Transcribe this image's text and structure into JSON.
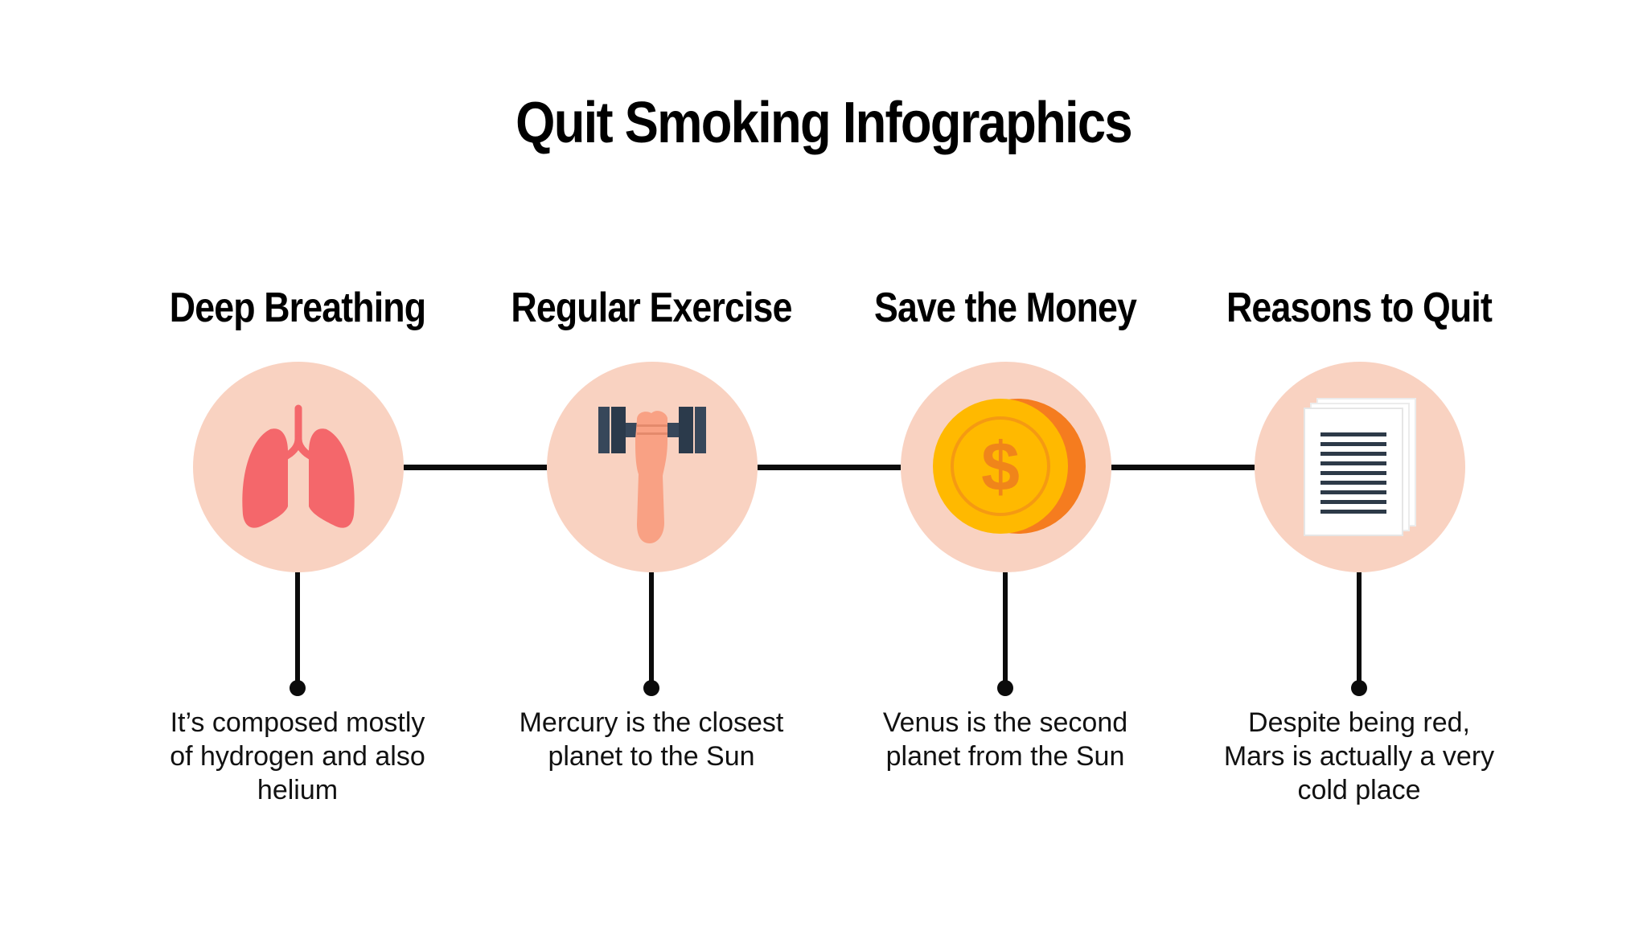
{
  "title": "Quit Smoking Infographics",
  "colors": {
    "circle_fill": "#f9d2c1",
    "line": "#0b0b0b",
    "lungs": "#f4676b",
    "arm": "#f9a184",
    "dumbbell": "#37475a",
    "coin_face": "#ffb900",
    "coin_edge": "#f57c1f",
    "document_lines": "#2d3a48"
  },
  "steps": [
    {
      "heading": "Deep Breathing",
      "icon": "lungs-icon",
      "description": "It’s composed mostly of hydrogen and also helium"
    },
    {
      "heading": "Regular Exercise",
      "icon": "dumbbell-icon",
      "description": "Mercury is the closest planet to the Sun"
    },
    {
      "heading": "Save the Money",
      "icon": "coin-icon",
      "description": "Venus is the second planet from the Sun"
    },
    {
      "heading": "Reasons to Quit",
      "icon": "document-icon",
      "description": "Despite being red, Mars is actually a very cold place"
    }
  ]
}
